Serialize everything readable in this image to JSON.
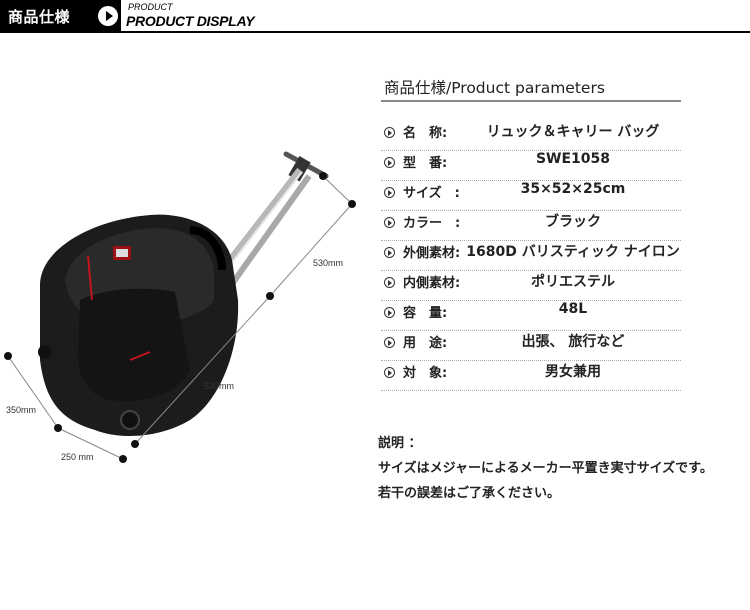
{
  "header": {
    "title": "商品仕様",
    "small": "PRODUCT",
    "big": "PRODUCT DISPLAY"
  },
  "params": {
    "title": "商品仕様/Product parameters",
    "rows": [
      {
        "label": "名　称:",
        "value": "リュック＆キャリー バッグ"
      },
      {
        "label": "型　番:",
        "value": "SWE1058"
      },
      {
        "label": "サイズ　:",
        "value": "35×52×25cm"
      },
      {
        "label": "カラー　:",
        "value": "ブラック"
      },
      {
        "label": "外側素材:",
        "value": "1680D バリスティック ナイロン"
      },
      {
        "label": "内側素材:",
        "value": "ポリエステル"
      },
      {
        "label": "容　量:",
        "value": "48L"
      },
      {
        "label": "用　途:",
        "value": "出張、 旅行など"
      },
      {
        "label": "対　象:",
        "value": "男女兼用"
      }
    ]
  },
  "notes": {
    "heading": "説明 ：",
    "line1": "サイズはメジャーによるメーカー平置き実寸サイズです。",
    "line2": "若干の誤差はご了承ください。"
  },
  "dimensions": {
    "height_trolley": "530mm",
    "height_body": "530mm",
    "depth": "350mm",
    "width": "250 mm"
  },
  "colors": {
    "header_bg": "#000000",
    "bag": "#1a1a1a",
    "accent": "#c0141c"
  }
}
